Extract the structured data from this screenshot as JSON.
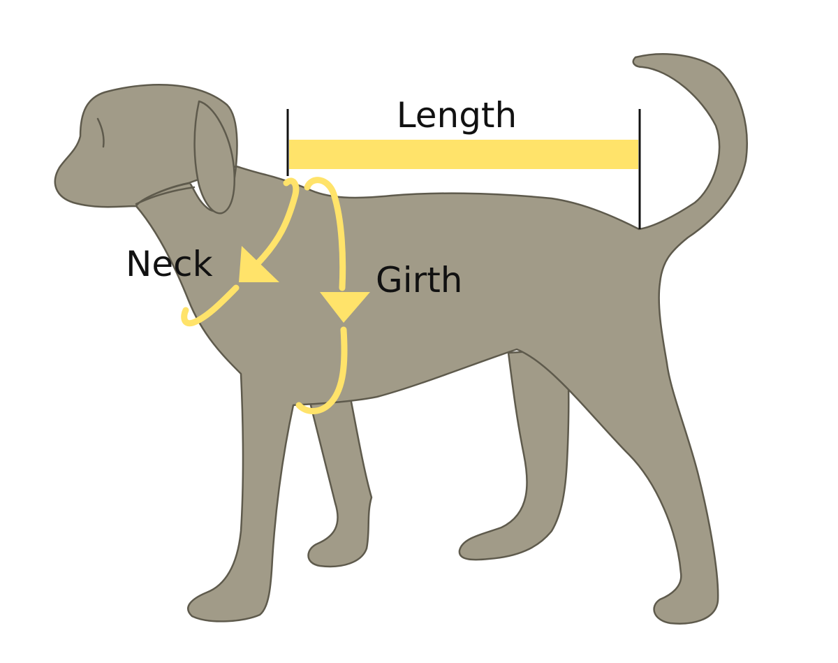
{
  "diagram": {
    "labels": {
      "length": "Length",
      "neck": "Neck",
      "girth": "Girth"
    }
  },
  "colors": {
    "background": "#ffffff",
    "dog_fill": "#a19b88",
    "dog_outline": "#5e5a4c",
    "measure_yellow": "#ffe36a",
    "marker_line": "#111111"
  }
}
